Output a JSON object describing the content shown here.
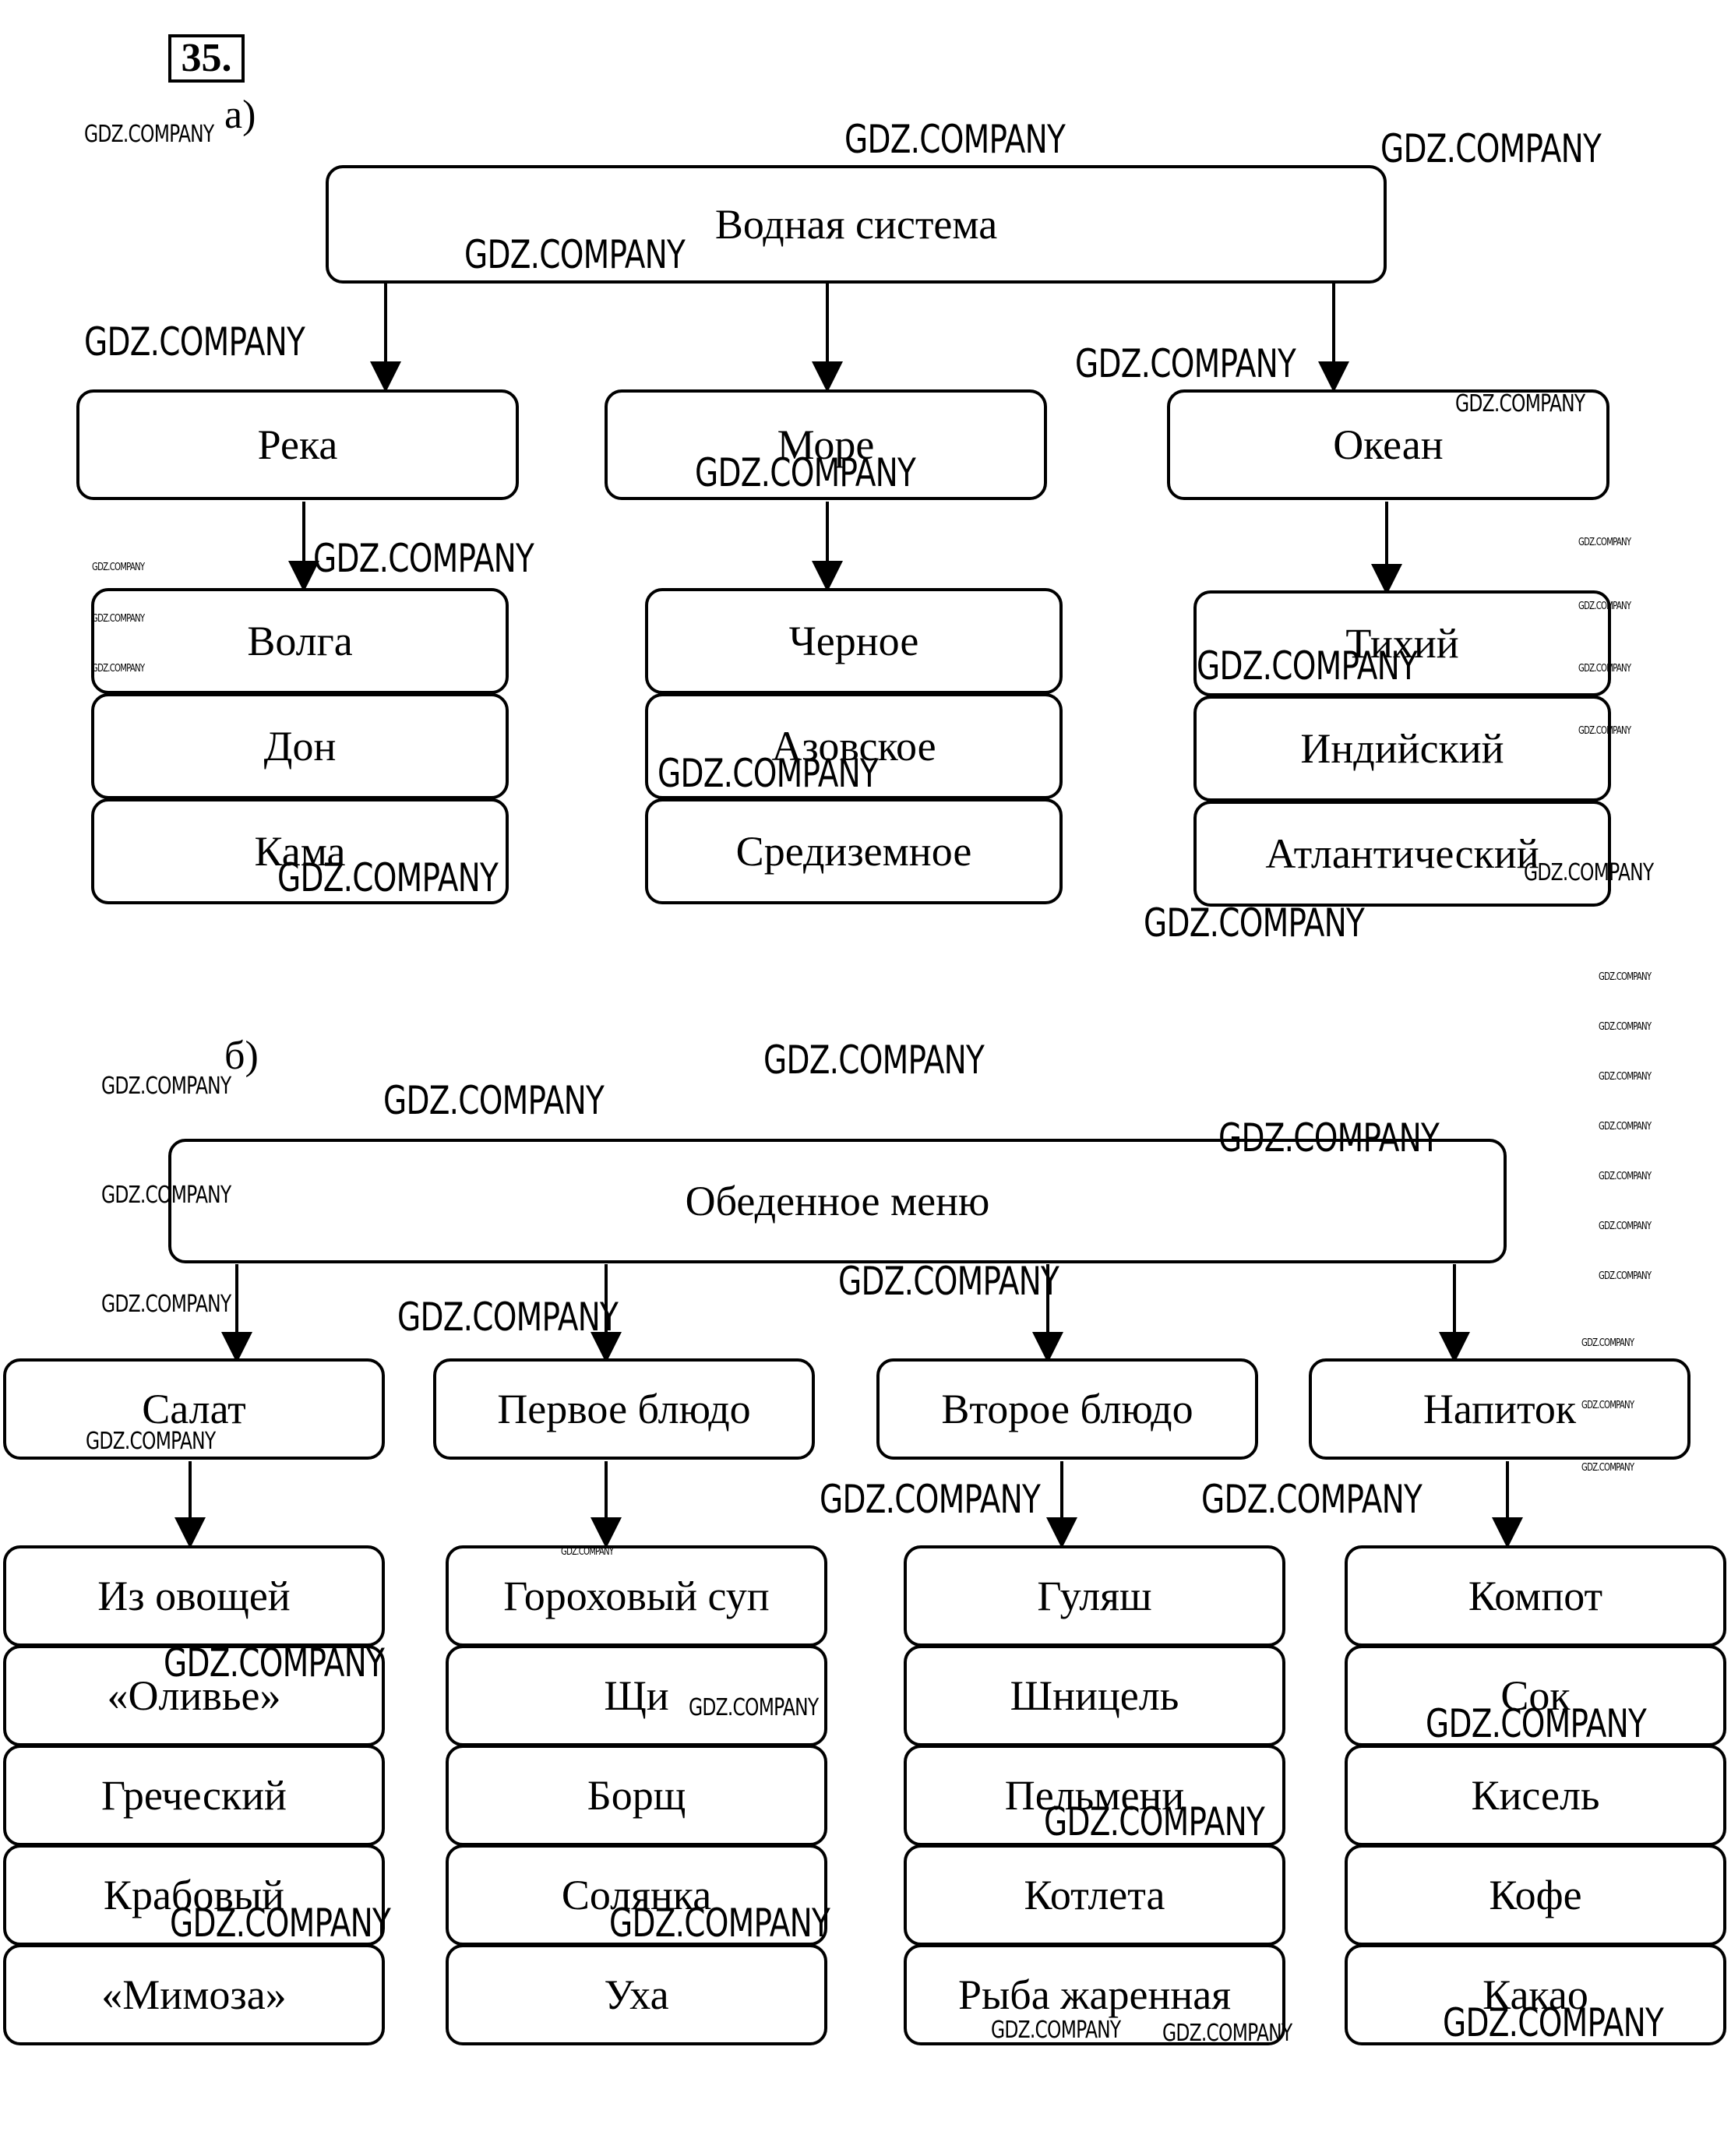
{
  "exercise_number": "35.",
  "part_a": {
    "label": "а)",
    "root": "Водная система",
    "categories": [
      {
        "name": "Река",
        "items": [
          "Волга",
          "Дон",
          "Кама"
        ]
      },
      {
        "name": "Море",
        "items": [
          "Черное",
          "Азовское",
          "Средиземное"
        ]
      },
      {
        "name": "Океан",
        "items": [
          "Тихий",
          "Индийский",
          "Атлантический"
        ]
      }
    ]
  },
  "part_b": {
    "label": "б)",
    "root": "Обеденное меню",
    "categories": [
      {
        "name": "Салат",
        "items": [
          "Из овощей",
          "«Оливье»",
          "Греческий",
          "Крабовый",
          "«Мимоза»"
        ]
      },
      {
        "name": "Первое блюдо",
        "items": [
          "Гороховый суп",
          "Щи",
          "Борщ",
          "Солянка",
          "Уха"
        ]
      },
      {
        "name": "Второе блюдо",
        "items": [
          "Гуляш",
          "Шницель",
          "Пельмени",
          "Котлета",
          "Рыба жаренная"
        ]
      },
      {
        "name": "Напиток",
        "items": [
          "Компот",
          "Сок",
          "Кисель",
          "Кофе",
          "Какао"
        ]
      }
    ]
  },
  "watermark": "GDZ.COMPANY"
}
